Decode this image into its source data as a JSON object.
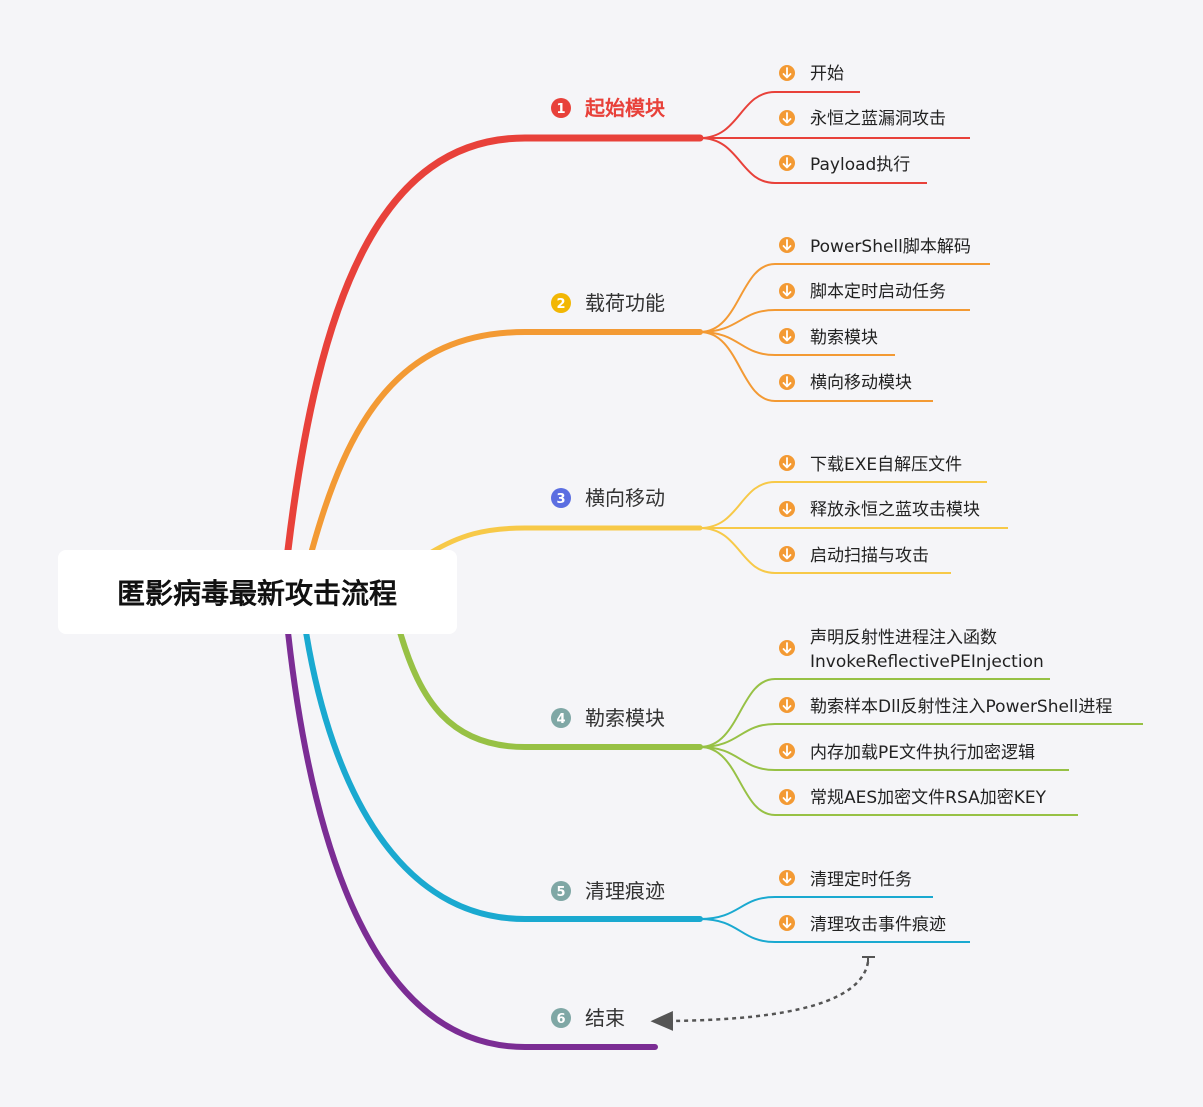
{
  "root": {
    "title": "匿影病毒最新攻击流程"
  },
  "branches": [
    {
      "num": "1",
      "label": "起始模块",
      "color": "#e8413a",
      "leaves": [
        "开始",
        "永恒之蓝漏洞攻击",
        "Payload执行"
      ]
    },
    {
      "num": "2",
      "label": "载荷功能",
      "color": "#f39a34",
      "leaves": [
        "PowerShell脚本解码",
        "脚本定时启动任务",
        "勒索模块",
        "横向移动模块"
      ]
    },
    {
      "num": "3",
      "label": "横向移动",
      "color": "#f7c948",
      "leaves": [
        "下载EXE自解压文件",
        "释放永恒之蓝攻击模块",
        "启动扫描与攻击"
      ]
    },
    {
      "num": "4",
      "label": "勒索模块",
      "color": "#97c145",
      "leaves": [
        [
          "声明反射性进程注入函数",
          "InvokeReflectivePEInjection"
        ],
        "勒索样本Dll反射性注入PowerShell进程",
        "内存加载PE文件执行加密逻辑",
        "常规AES加密文件RSA加密KEY"
      ]
    },
    {
      "num": "5",
      "label": "清理痕迹",
      "color": "#1aa9d0",
      "leaves": [
        "清理定时任务",
        "清理攻击事件痕迹"
      ]
    },
    {
      "num": "6",
      "label": "结束",
      "color": "#7b2d94",
      "leaves": []
    }
  ],
  "colors": {
    "badge_first": "#e8413a",
    "badge_2": "#f2b705",
    "badge_3": "#5b6ee1",
    "badge_other": "#7fa7a5",
    "leaf_icon": "#f39a34",
    "connector": "#555555"
  },
  "icons": {
    "leaf": "arrow-down-circle-icon",
    "badge": "number-badge-icon"
  }
}
